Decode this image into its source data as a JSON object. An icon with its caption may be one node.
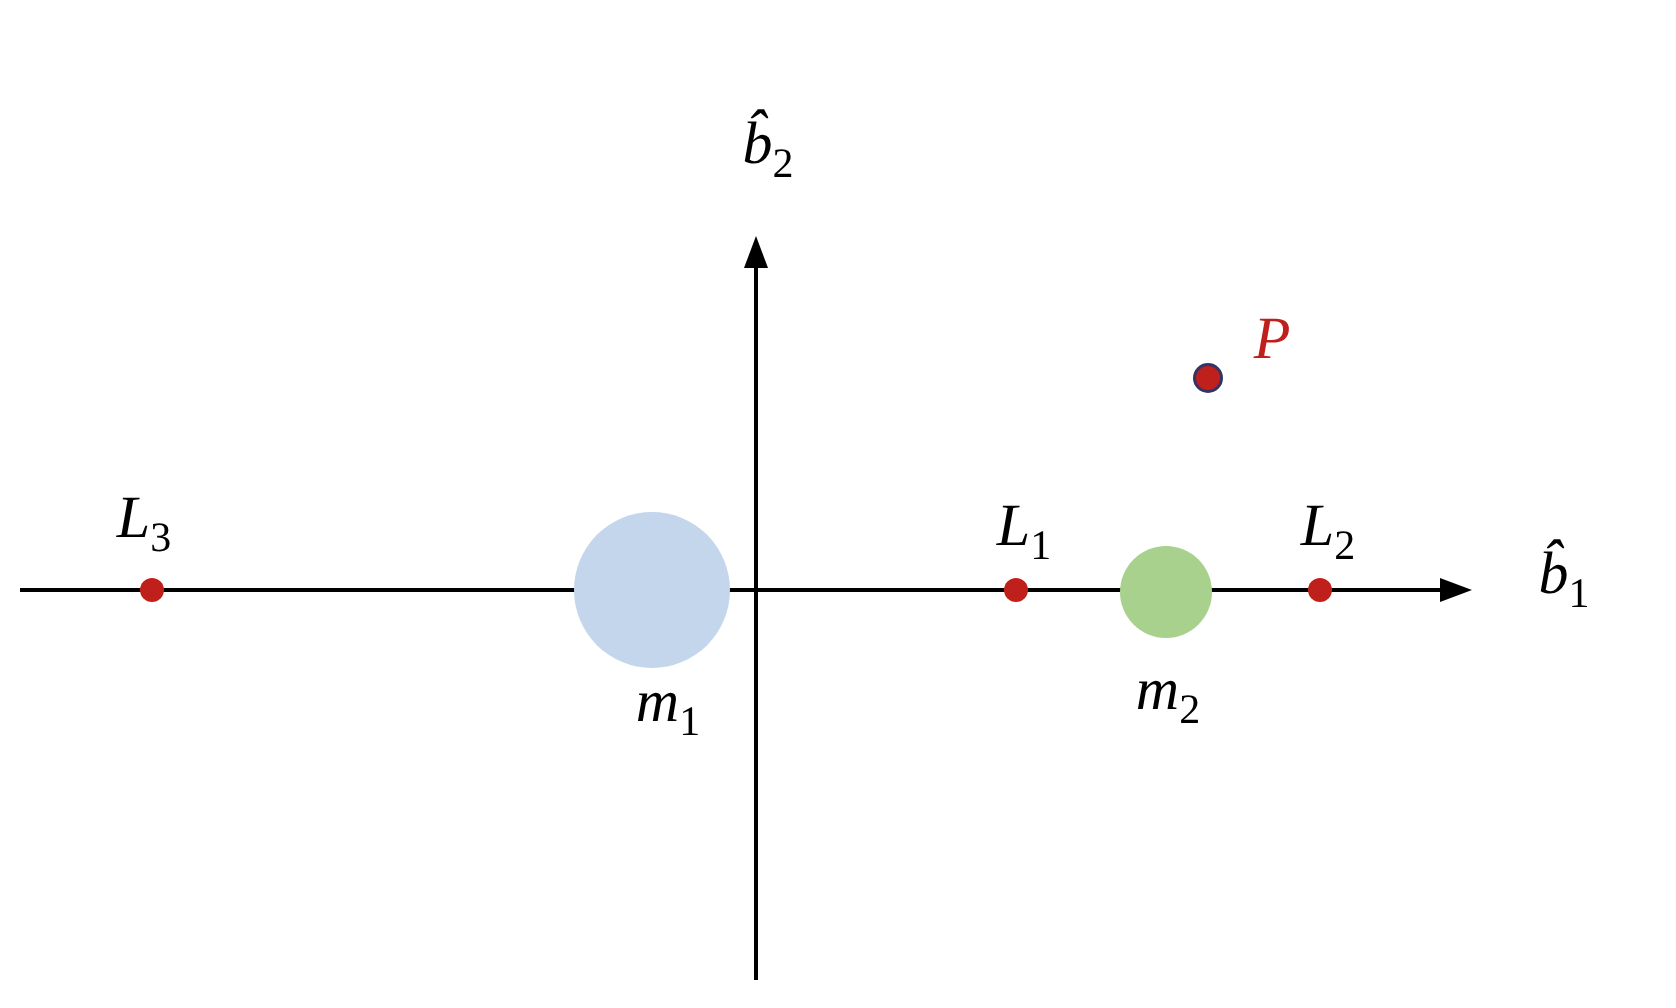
{
  "diagram": {
    "nodes": [
      {
        "text": [
          "P"
        ]
      },
      {
        "text": [
          "L$_{3}$"
        ]
      },
      {
        "text": [
          "L$_{1}$"
        ]
      },
      {
        "text": [
          "L$_{2}$"
        ]
      },
      {
        "text": [
          "m$_{1}$"
        ]
      },
      {
        "text": [
          "m$_{2}$"
        ]
      }
    ],
    "labels": [
      "b̂$_{2}$",
      "b̂$_{1}$"
    ]
  }
}
